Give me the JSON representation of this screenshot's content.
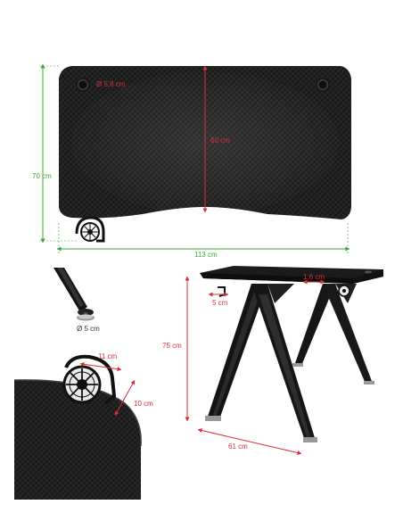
{
  "top_view": {
    "width_label": "113 cm",
    "depth_label": "70 cm",
    "hole_diameter_label": "Ø 5,8 cm",
    "inner_depth_label": "60 cm"
  },
  "leg_detail": {
    "foot_label": "Ø 5 cm"
  },
  "holder_detail": {
    "width_label": "11 cm",
    "depth_label": "10 cm"
  },
  "perspective_view": {
    "height_label": "75 cm",
    "depth_label": "61 cm",
    "hook_label": "5 cm",
    "hole_label": "1,6 cm"
  },
  "colors": {
    "green": "#3aa63a",
    "red": "#d7303a",
    "desk": "#1b1b1b"
  }
}
